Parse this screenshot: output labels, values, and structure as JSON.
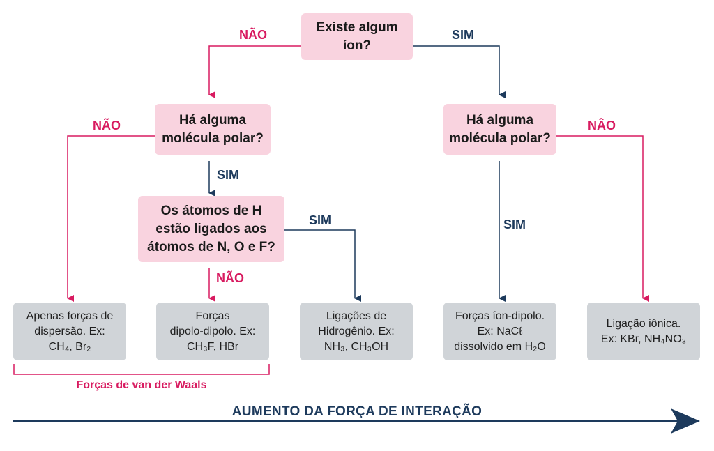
{
  "questions": {
    "ion": [
      "Existe algum",
      "íon?"
    ],
    "polar_left": [
      "Há alguma",
      "molécula polar?"
    ],
    "polar_right": [
      "Há alguma",
      "molécula polar?"
    ],
    "hydrogen": [
      "Os átomos de H",
      "estão ligados aos",
      "átomos de N, O e F?"
    ]
  },
  "results": {
    "dispersion": [
      "Apenas forças de",
      "dispersão. Ex:",
      "CH₄, Br₂"
    ],
    "dipole": [
      "Forças",
      "dipolo-dipolo. Ex:",
      "CH₃F, HBr"
    ],
    "hbond": [
      "Ligações de",
      "Hidrogênio. Ex:",
      "NH₃, CH₃OH"
    ],
    "ion_dipole": [
      "Forças íon-dipolo.",
      "Ex: NaCℓ",
      "dissolvido em H₂O"
    ],
    "ionic": [
      "Ligação iônica.",
      "Ex: KBr, NH₄NO₃"
    ]
  },
  "edge_labels": {
    "ion_no": "NÃO",
    "ion_yes": "SIM",
    "polar_left_no": "NÃO",
    "polar_left_yes": "SIM",
    "hydrogen_yes": "SIM",
    "hydrogen_no": "NÃO",
    "polar_right_yes": "SIM",
    "polar_right_no": "NÂO"
  },
  "group_label": "Forças de van der Waals",
  "axis_title": "AUMENTO DA FORÇA DE INTERAÇÃO",
  "colors": {
    "question_fill": "#f9d3df",
    "result_fill": "#d0d4d8",
    "no_color": "#d81b60",
    "yes_color": "#1d3a5c"
  }
}
